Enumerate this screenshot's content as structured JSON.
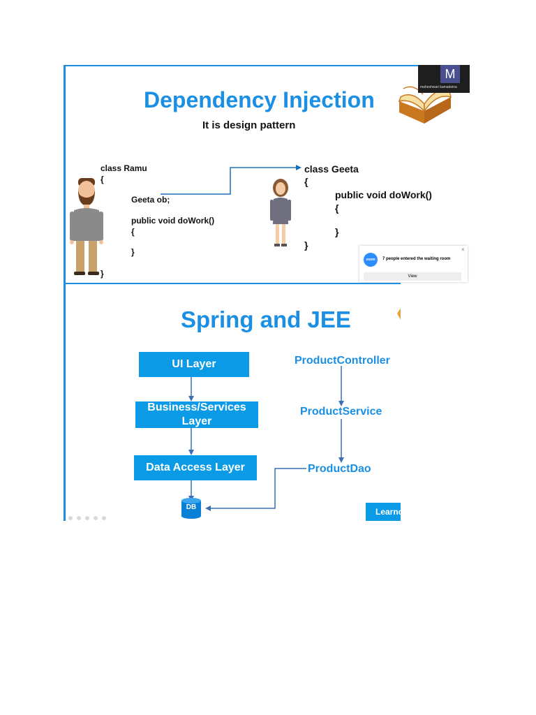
{
  "slide1": {
    "title": "Dependency Injection",
    "subtitle": "It is design pattern",
    "ramu_code": {
      "class_decl": "class Ramu",
      "open_brace": "{",
      "field": "Geeta ob;",
      "method": "public void doWork()",
      "method_open": "{",
      "method_close": "}",
      "close_brace": "}"
    },
    "geeta_code": {
      "class_decl": "class Geeta",
      "open_brace": "{",
      "method": "public void doWork()",
      "method_open": "{",
      "method_close": "}",
      "close_brace": "}"
    },
    "participant": {
      "initial": "M",
      "name": "maheshwari kamaboina"
    },
    "toast": {
      "logo_text": "zoom",
      "message": "7 people entered the waiting room",
      "button_label": "View",
      "close": "×"
    },
    "colors": {
      "accent": "#1a8fe3"
    }
  },
  "slide2": {
    "title": "Spring and JEE",
    "layers": [
      "UI Layer",
      "Business/Services Layer",
      "Data Access Layer"
    ],
    "db_label": "DB",
    "classes": [
      "ProductController",
      "ProductService",
      "ProductDao"
    ],
    "learn_button": "Learnc",
    "colors": {
      "box": "#0a9ae6",
      "label": "#1a8fe3"
    }
  }
}
